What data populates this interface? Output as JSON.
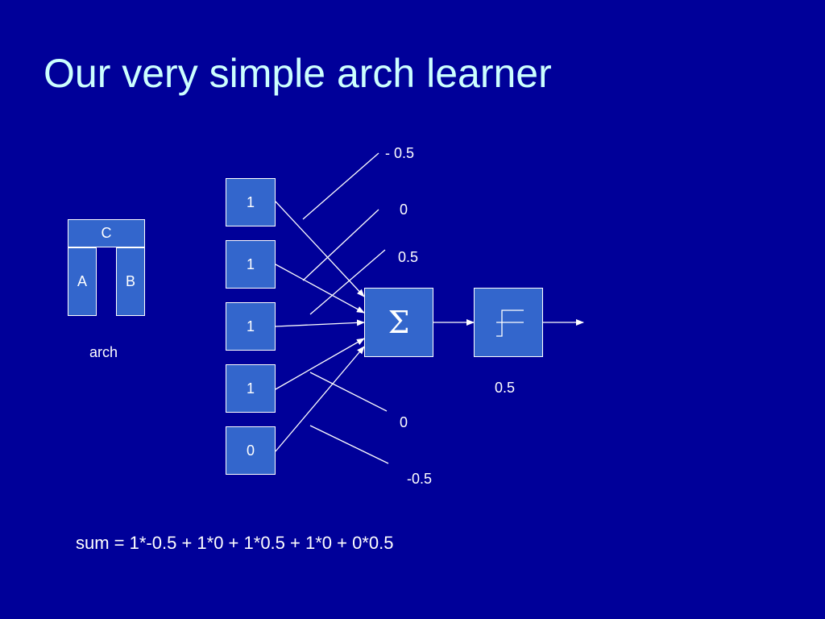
{
  "title": "Our very simple arch learner",
  "arch": {
    "top_label": "C",
    "left_label": "A",
    "right_label": "B",
    "caption": "arch"
  },
  "inputs": [
    "1",
    "1",
    "1",
    "1",
    "0"
  ],
  "weights": [
    "- 0.5",
    "0",
    "0.5",
    "0",
    "-0.5"
  ],
  "summation_symbol": "Σ",
  "threshold": "0.5",
  "colors": {
    "background": "#000099",
    "box_fill": "#3366cc",
    "title": "#ccffff",
    "text": "#ffffff"
  },
  "icons": {
    "summation": "sigma-icon",
    "threshold": "step-function-icon",
    "output": "arrow-right-icon"
  },
  "equation": "sum = 1*-0.5 + 1*0 + 1*0.5 + 1*0 + 0*0.5"
}
